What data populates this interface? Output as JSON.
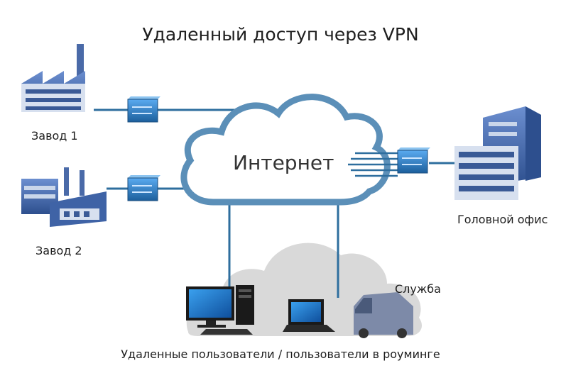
{
  "title": "Удаленный доступ через VPN",
  "internet_label": "Интернет",
  "nodes": {
    "zavod1": "Завод 1",
    "zavod2": "Завод 2",
    "head_office": "Головной офис",
    "service": "Служба",
    "remote_users": "Удаленные пользователи / пользователи в роуминге"
  },
  "colors": {
    "link": "#2e6e9e",
    "cloud_outline": "#5b8fb8",
    "cloud_fill": "#ffffff",
    "user_cloud": "#d6d6d6",
    "building_dark": "#3a5a96",
    "building_light": "#c9d6ea",
    "device_blue": "#2a7fc4"
  }
}
